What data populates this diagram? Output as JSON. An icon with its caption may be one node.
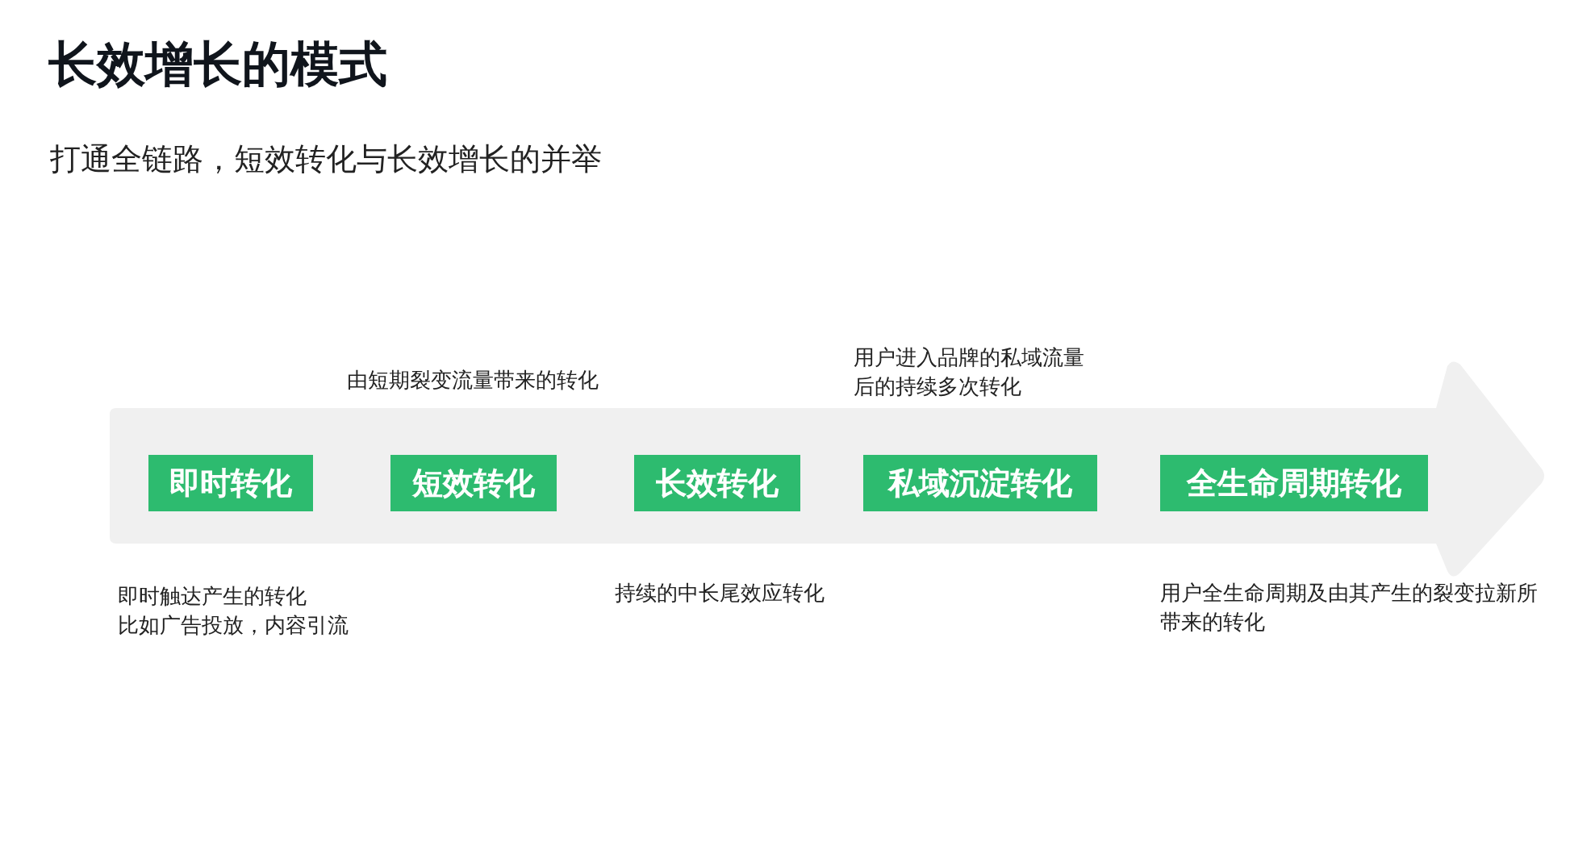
{
  "diagram": {
    "title": "长效增长的模式",
    "labels": [
      "打通全链路，短效转化与长效增长的并举"
    ],
    "nodes": [
      {
        "text": [
          "即时转化"
        ],
        "beside": [
          "即时触达产生的转化",
          "比如广告投放，内容引流"
        ]
      },
      {
        "text": [
          "短效转化"
        ],
        "beside": [
          "由短期裂变流量带来的转化"
        ]
      },
      {
        "text": [
          "长效转化"
        ],
        "beside": [
          "持续的中长尾效应转化"
        ]
      },
      {
        "text": [
          "私域沉淀转化"
        ],
        "beside": [
          "用户进入品牌的私域流量后的持续多次转化"
        ]
      },
      {
        "text": [
          "全生命周期转化"
        ],
        "beside": [
          "用户全生命周期及由其产生的裂变拉新所带来的转化"
        ]
      }
    ]
  }
}
